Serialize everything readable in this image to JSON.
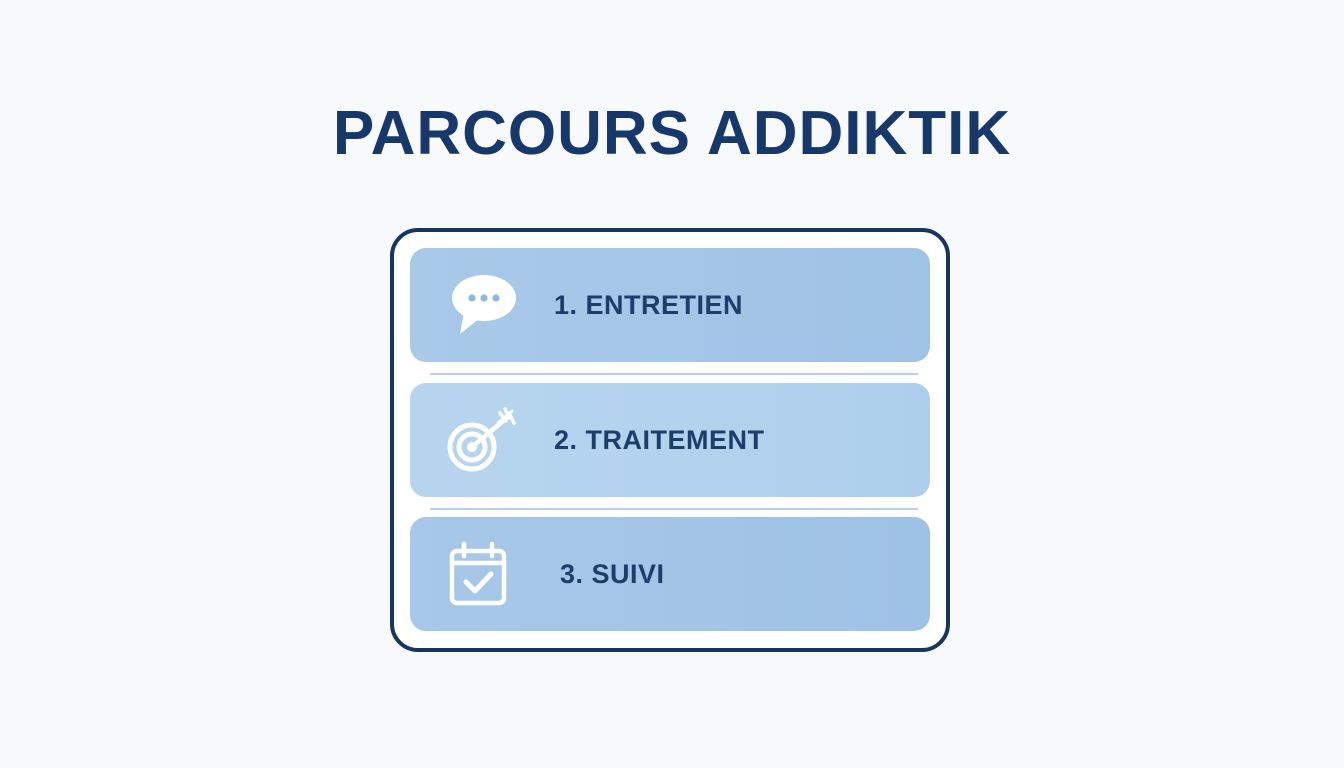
{
  "title": "PARCOURS ADDIKTIK",
  "steps": [
    {
      "label": "1. ENTRETIEN",
      "icon": "speech-bubble-icon"
    },
    {
      "label": "2. TRAITEMENT",
      "icon": "target-arrow-icon"
    },
    {
      "label": "3. SUIVI",
      "icon": "calendar-check-icon"
    }
  ],
  "colors": {
    "title": "#16386a",
    "frame_border": "#17365f",
    "step_fill": "#a9c9e9",
    "step_fill_highlight": "#b7d5ef",
    "label": "#1d3d6b",
    "icon": "#ffffff"
  }
}
